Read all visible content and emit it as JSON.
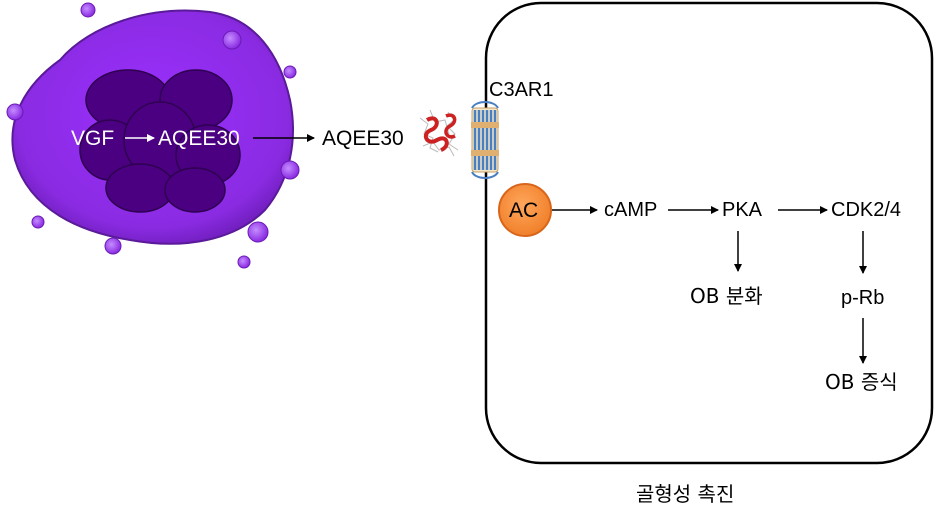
{
  "cell": {
    "vgf": "VGF",
    "aqee30_inside": "AQEE30"
  },
  "secreted": {
    "aqee30": "AQEE30"
  },
  "receptor": {
    "name": "C3AR1"
  },
  "pathway": {
    "ac": "AC",
    "camp": "cAMP",
    "pka": "PKA",
    "cdk": "CDK2/4",
    "ob_diff": "OB 분화",
    "prb": "p-Rb",
    "ob_prolif": "OB 증식"
  },
  "caption": "골형성 촉진",
  "colors": {
    "cell_body": "#8a2be2",
    "nucleus": "#4b0082",
    "ac_fill": "#f5862e",
    "ac_stroke": "#d9651a",
    "receptor_tan": "#e0b070",
    "receptor_blue": "#4a7fc1"
  }
}
